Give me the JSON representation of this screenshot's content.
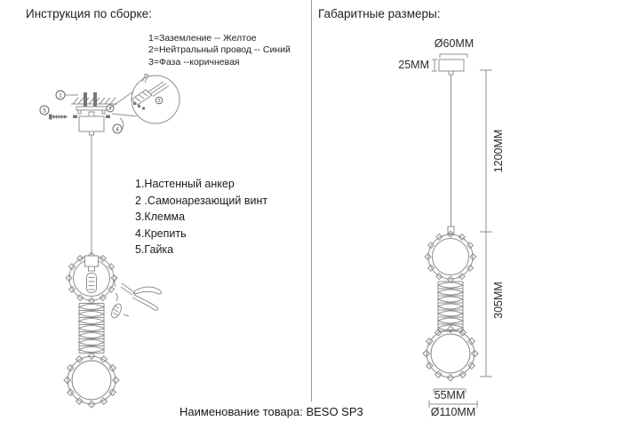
{
  "window": {
    "left_panel_title": "Инструкция по сборке:",
    "right_panel_title": "Габаритные размеры:",
    "product_name_line": "Наименование товара: BESO SP3"
  },
  "assembly": {
    "wire_legend": [
      "1=Заземление -- Желтое",
      "2=Нейтральный провод -- Синий",
      "3=Фаза --коричневая"
    ],
    "parts_list": [
      "1.Настенный анкер",
      "2 .Самонарезающий винт",
      "3.Клемма",
      "4.Крепить",
      "5.Гайка"
    ],
    "callouts": {
      "c1": "1",
      "c2": "2",
      "c3": "3",
      "c4": "4",
      "c5": "5"
    }
  },
  "dimensions": {
    "canopy_diameter": "Ø60MM",
    "canopy_height": "25MM",
    "cable_length": "1200MM",
    "body_height": "305MM",
    "body_width": "55MM",
    "bottom_diameter": "Ø110MM"
  },
  "colors": {
    "ink": "#1f1f1f",
    "drawing_line": "#8f8f8f",
    "divider": "#9a9a9a",
    "background": "#ffffff"
  }
}
